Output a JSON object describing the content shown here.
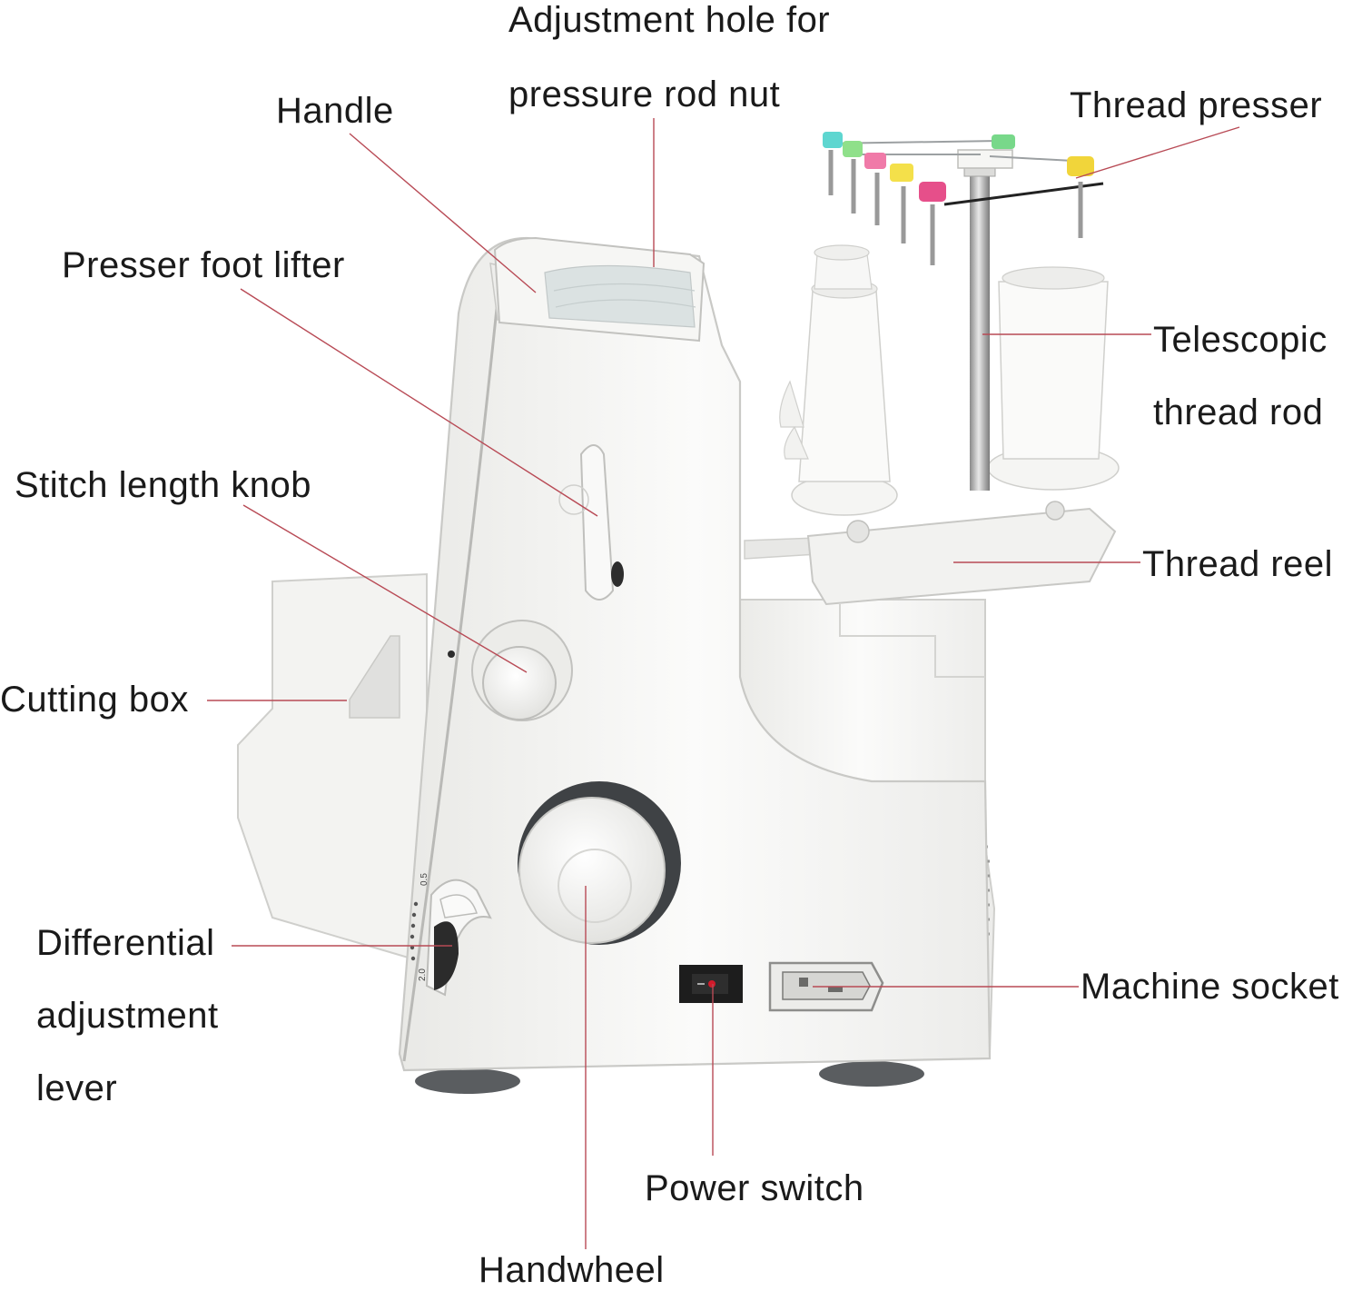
{
  "labels": {
    "adjustment_hole_line1": "Adjustment hole for",
    "adjustment_hole_line2": "pressure rod nut",
    "handle": "Handle",
    "thread_presser": "Thread presser",
    "presser_foot_lifter": "Presser foot lifter",
    "telescopic_line1": "Telescopic",
    "telescopic_line2": "thread rod",
    "stitch_length_knob": "Stitch length knob",
    "thread_reel": "Thread reel",
    "cutting_box": "Cutting box",
    "differential_line1": "Differential",
    "differential_line2": "adjustment",
    "differential_line3": "lever",
    "machine_socket": "Machine socket",
    "power_switch": "Power switch",
    "handwheel": "Handwheel"
  },
  "dial_scale": {
    "top": "0.5",
    "bottom": "2.0"
  },
  "colors": {
    "leader_line": "#b84a55",
    "machine_body": "#f4f4f2",
    "machine_outline": "#c9c9c6",
    "switch_rocker": "#d11a2a",
    "spool_tips": [
      "#5ed6d0",
      "#8fe08a",
      "#f07aa8",
      "#f4e04a",
      "#e64f8a",
      "#78d88a",
      "#f1d53a"
    ]
  }
}
